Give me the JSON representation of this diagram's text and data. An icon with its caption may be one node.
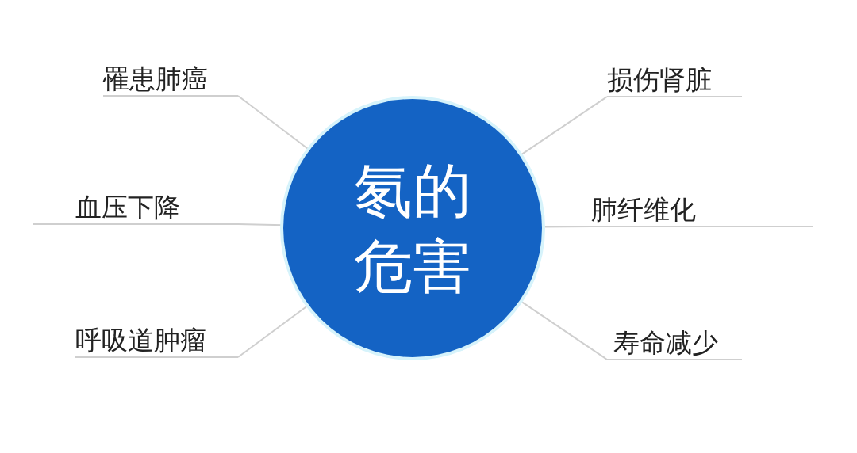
{
  "diagram": {
    "nodes": [
      {
        "text": [
          "氡的危害"
        ]
      },
      {
        "text": [
          "罹患肺癌"
        ]
      },
      {
        "text": [
          "血压下降"
        ]
      },
      {
        "text": [
          "呼吸道肿瘤"
        ]
      },
      {
        "text": [
          "损伤肾脏"
        ]
      },
      {
        "text": [
          "肺纤维化"
        ]
      },
      {
        "text": [
          "寿命减少"
        ]
      }
    ],
    "edges": [
      {
        "from": 0,
        "to": 1,
        "arrow": "none"
      },
      {
        "from": 0,
        "to": 2,
        "arrow": "none"
      },
      {
        "from": 0,
        "to": 3,
        "arrow": "none"
      },
      {
        "from": 0,
        "to": 4,
        "arrow": "none"
      },
      {
        "from": 0,
        "to": 5,
        "arrow": "none"
      },
      {
        "from": 0,
        "to": 6,
        "arrow": "none"
      }
    ]
  }
}
